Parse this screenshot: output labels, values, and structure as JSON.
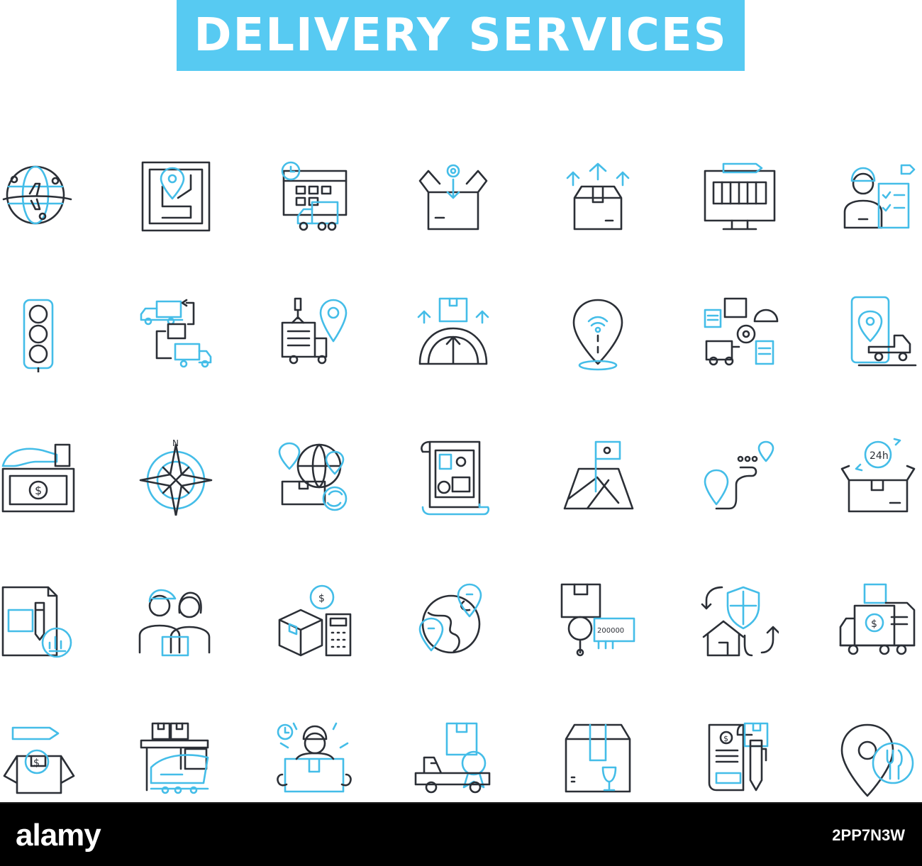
{
  "title": "DELIVERY SERVICES",
  "watermark": "alamy",
  "footer": {
    "brand": "alamy",
    "stock_id": "2PP7N3W"
  },
  "colors": {
    "banner": "#57caf2",
    "outline_dark": "#2b2f36",
    "outline_blue": "#44bde8",
    "footer_bg": "#000000"
  },
  "icons": [
    [
      "globe-airplane-icon",
      "map-route-pin-icon",
      "calendar-truck-icon",
      "box-gear-icon",
      "box-arrows-up-icon",
      "monitor-pencil-icon",
      "courier-checklist-icon"
    ],
    [
      "traffic-light-icon",
      "truck-route-loop-icon",
      "crane-container-pin-icon",
      "box-dome-arrows-icon",
      "location-pin-signal-icon",
      "truck-gear-documents-icon",
      "phone-pin-truck-icon"
    ],
    [
      "hand-money-icon",
      "compass-rose-icon",
      "pin-globe-refresh-icon",
      "scroll-map-icon",
      "map-flag-icon",
      "route-pins-icon",
      "box-24h-icon"
    ],
    [
      "document-pencil-chart-icon",
      "couple-courier-icon",
      "box-dollar-calculator-icon",
      "globe-pins-icon",
      "box-magnifier-barcode-icon",
      "house-shield-arrows-icon",
      "truck-dollar-documents-icon"
    ],
    [
      "box-dollar-pencil-icon",
      "train-boxes-icon",
      "worker-box-icon",
      "truck-box-badge-icon",
      "fragile-box-icon",
      "receipt-pen-icon",
      "pin-cutlery-icon"
    ]
  ],
  "icon_texts": {
    "barcode": "200000",
    "hours": "24h",
    "dollar": "$",
    "north": "N"
  }
}
